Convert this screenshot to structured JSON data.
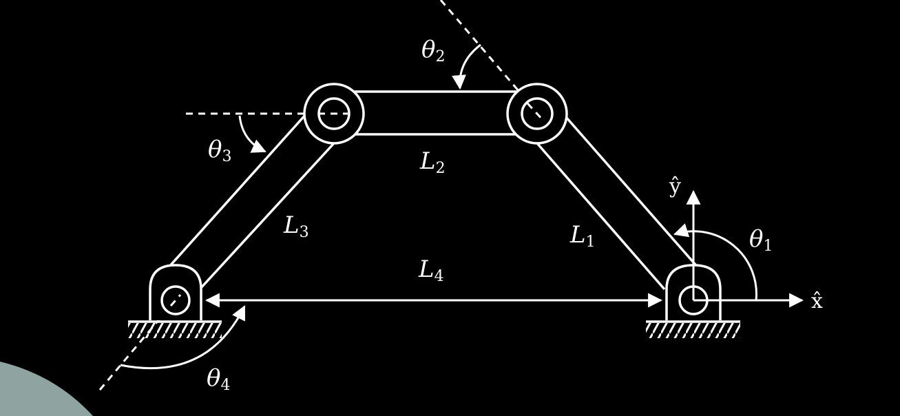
{
  "diagram": {
    "links": [
      {
        "symbol": "L",
        "index": "1"
      },
      {
        "symbol": "L",
        "index": "2"
      },
      {
        "symbol": "L",
        "index": "3"
      },
      {
        "symbol": "L",
        "index": "4"
      }
    ],
    "angles": [
      {
        "symbol": "θ",
        "index": "1"
      },
      {
        "symbol": "θ",
        "index": "2"
      },
      {
        "symbol": "θ",
        "index": "3"
      },
      {
        "symbol": "θ",
        "index": "4"
      }
    ],
    "axes": {
      "x": "x̂",
      "y": "ŷ"
    },
    "colors": {
      "background": "#000000",
      "foreground": "#ffffff",
      "corner_shape": "#8fa3a0"
    }
  }
}
